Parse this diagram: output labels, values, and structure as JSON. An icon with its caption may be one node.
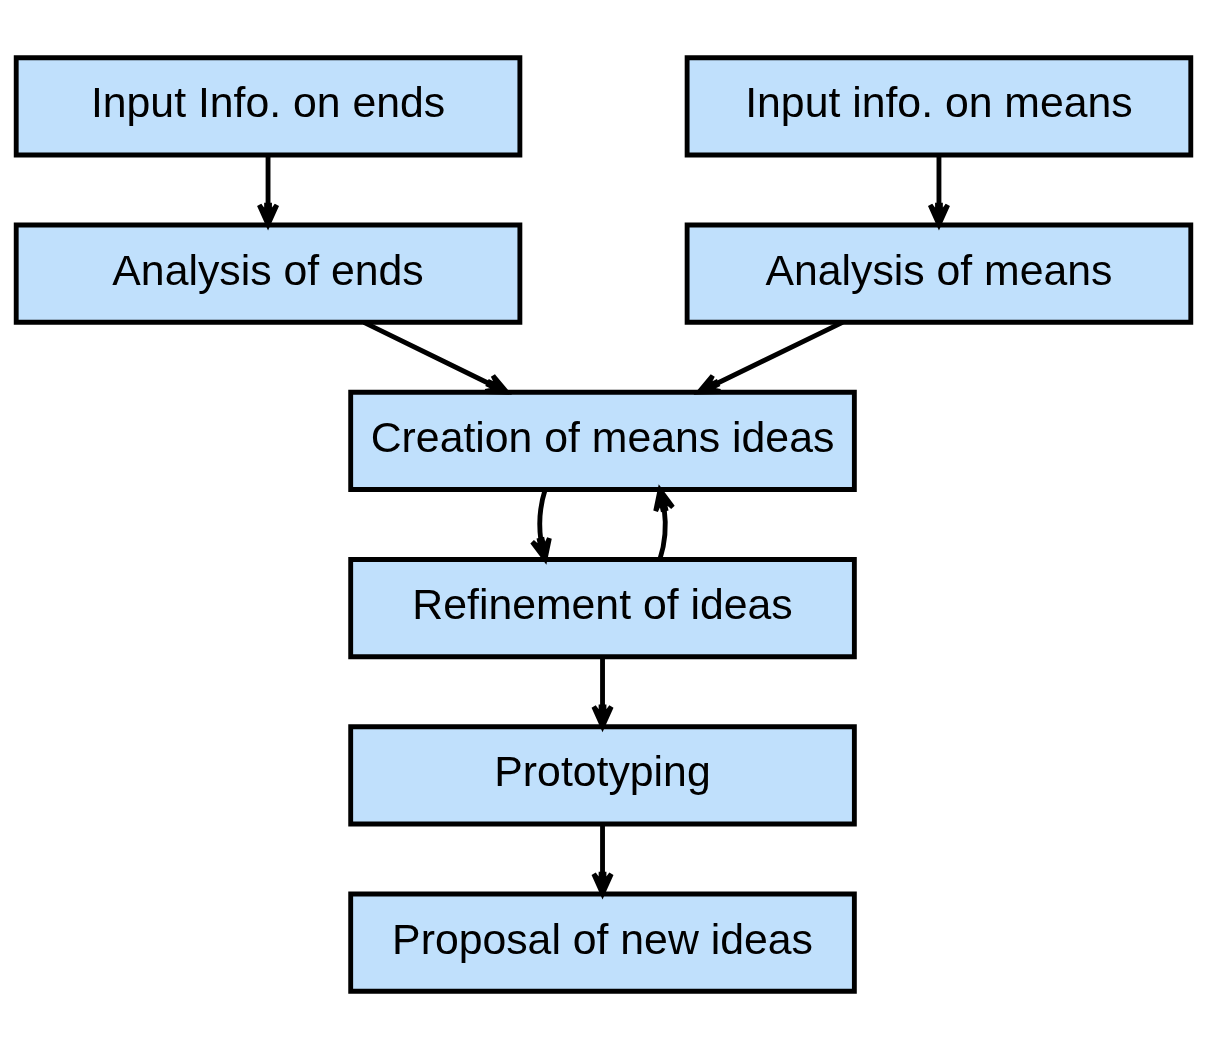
{
  "diagram": {
    "nodes": [
      {
        "text": [
          "Input Info. on ends"
        ]
      },
      {
        "text": [
          "Input info. on means"
        ]
      },
      {
        "text": [
          "Analysis of ends"
        ]
      },
      {
        "text": [
          "Analysis of means"
        ]
      },
      {
        "text": [
          "Creation of means ideas"
        ]
      },
      {
        "text": [
          "Refinement of ideas"
        ]
      },
      {
        "text": [
          "Prototyping"
        ]
      },
      {
        "text": [
          "Proposal of new ideas"
        ]
      }
    ],
    "edges": [
      {
        "from": 0,
        "to": 2,
        "arrow": "to"
      },
      {
        "from": 1,
        "to": 3,
        "arrow": "to"
      },
      {
        "from": 2,
        "to": 4,
        "arrow": "to"
      },
      {
        "from": 3,
        "to": 4,
        "arrow": "to"
      },
      {
        "from": 4,
        "to": 5,
        "arrow": "to"
      },
      {
        "from": 5,
        "to": 4,
        "arrow": "to"
      },
      {
        "from": 5,
        "to": 6,
        "arrow": "to"
      },
      {
        "from": 6,
        "to": 7,
        "arrow": "to"
      }
    ]
  }
}
